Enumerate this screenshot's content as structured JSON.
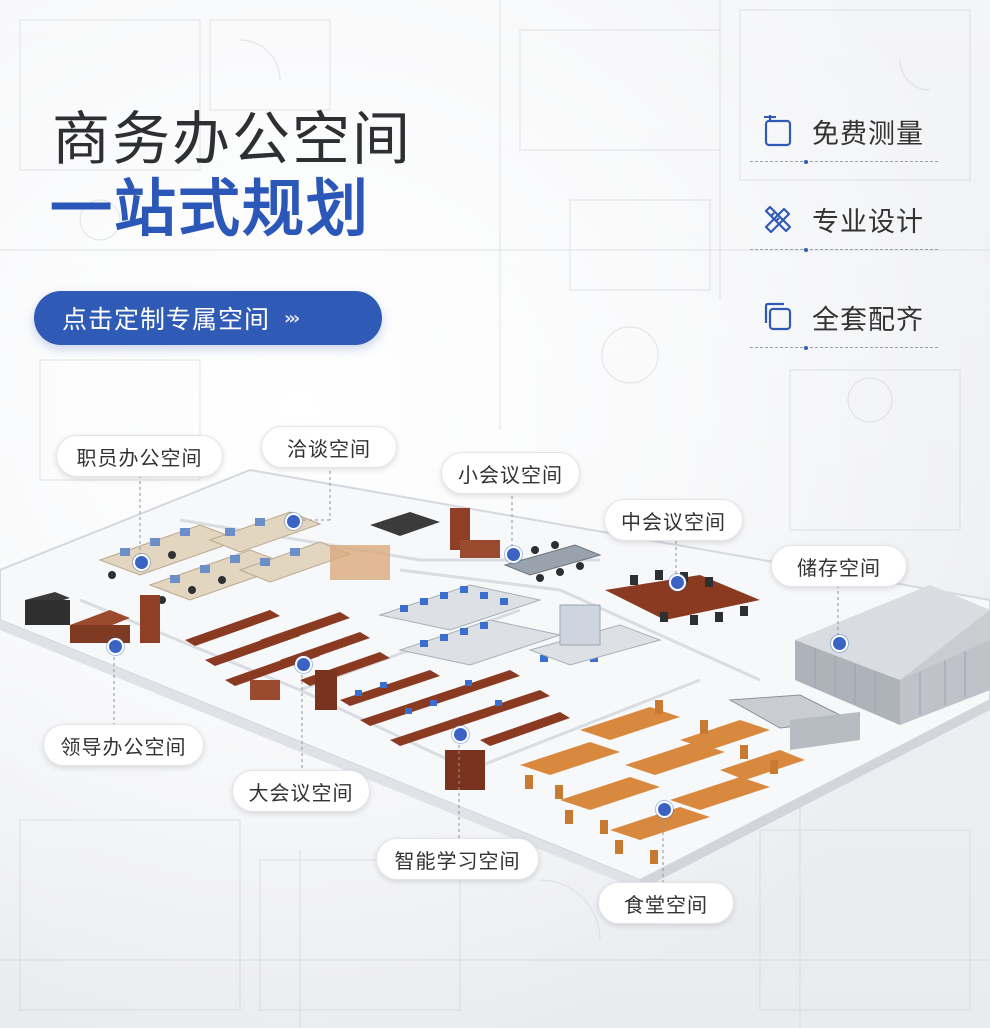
{
  "heading": {
    "line1": "商务办公空间",
    "line2": "一站式规划"
  },
  "cta": {
    "label": "点击定制专属空间",
    "arrows": "›››",
    "color": "#2f5bb6"
  },
  "features": [
    {
      "label": "免费测量",
      "icon": "measure-icon"
    },
    {
      "label": "专业设计",
      "icon": "design-pencil-ruler-icon"
    },
    {
      "label": "全套配齐",
      "icon": "full-set-icon"
    }
  ],
  "zones": {
    "staff": "职员办公空间",
    "negotiation": "洽谈空间",
    "small_meeting": "小会议空间",
    "medium_meeting": "中会议空间",
    "storage": "储存空间",
    "leader": "领导办公空间",
    "large_meeting": "大会议空间",
    "smart_study": "智能学习空间",
    "canteen": "食堂空间"
  },
  "colors": {
    "accent": "#2f5bb6",
    "heading": "#2e2f33",
    "marker": "#3a63c4"
  }
}
